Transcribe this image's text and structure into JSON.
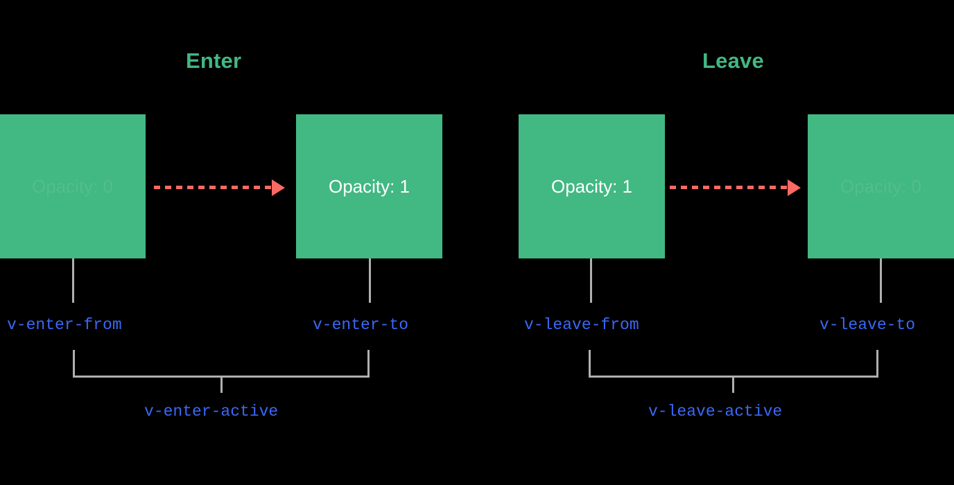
{
  "diagram": {
    "title_enter": "Enter",
    "title_leave": "Leave",
    "colors": {
      "background": "#000000",
      "box_green": "#42b883",
      "title_green": "#42b883",
      "arrow_red": "#fa6a64",
      "class_blue": "#3b68f5",
      "connector_gray": "#b0b0b0",
      "box_text_white": "#ffffff"
    }
  },
  "enter": {
    "title": "Enter",
    "boxes": [
      {
        "text": "Opacity: 0",
        "faded": true
      },
      {
        "text": "Opacity: 1",
        "faded": false
      }
    ],
    "labels": {
      "from": "v-enter-from",
      "to": "v-enter-to",
      "active": "v-enter-active"
    }
  },
  "leave": {
    "title": "Leave",
    "boxes": [
      {
        "text": "Opacity: 1",
        "faded": false
      },
      {
        "text": "Opacity: 0",
        "faded": true
      }
    ],
    "labels": {
      "from": "v-leave-from",
      "to": "v-leave-to",
      "active": "v-leave-active"
    }
  }
}
